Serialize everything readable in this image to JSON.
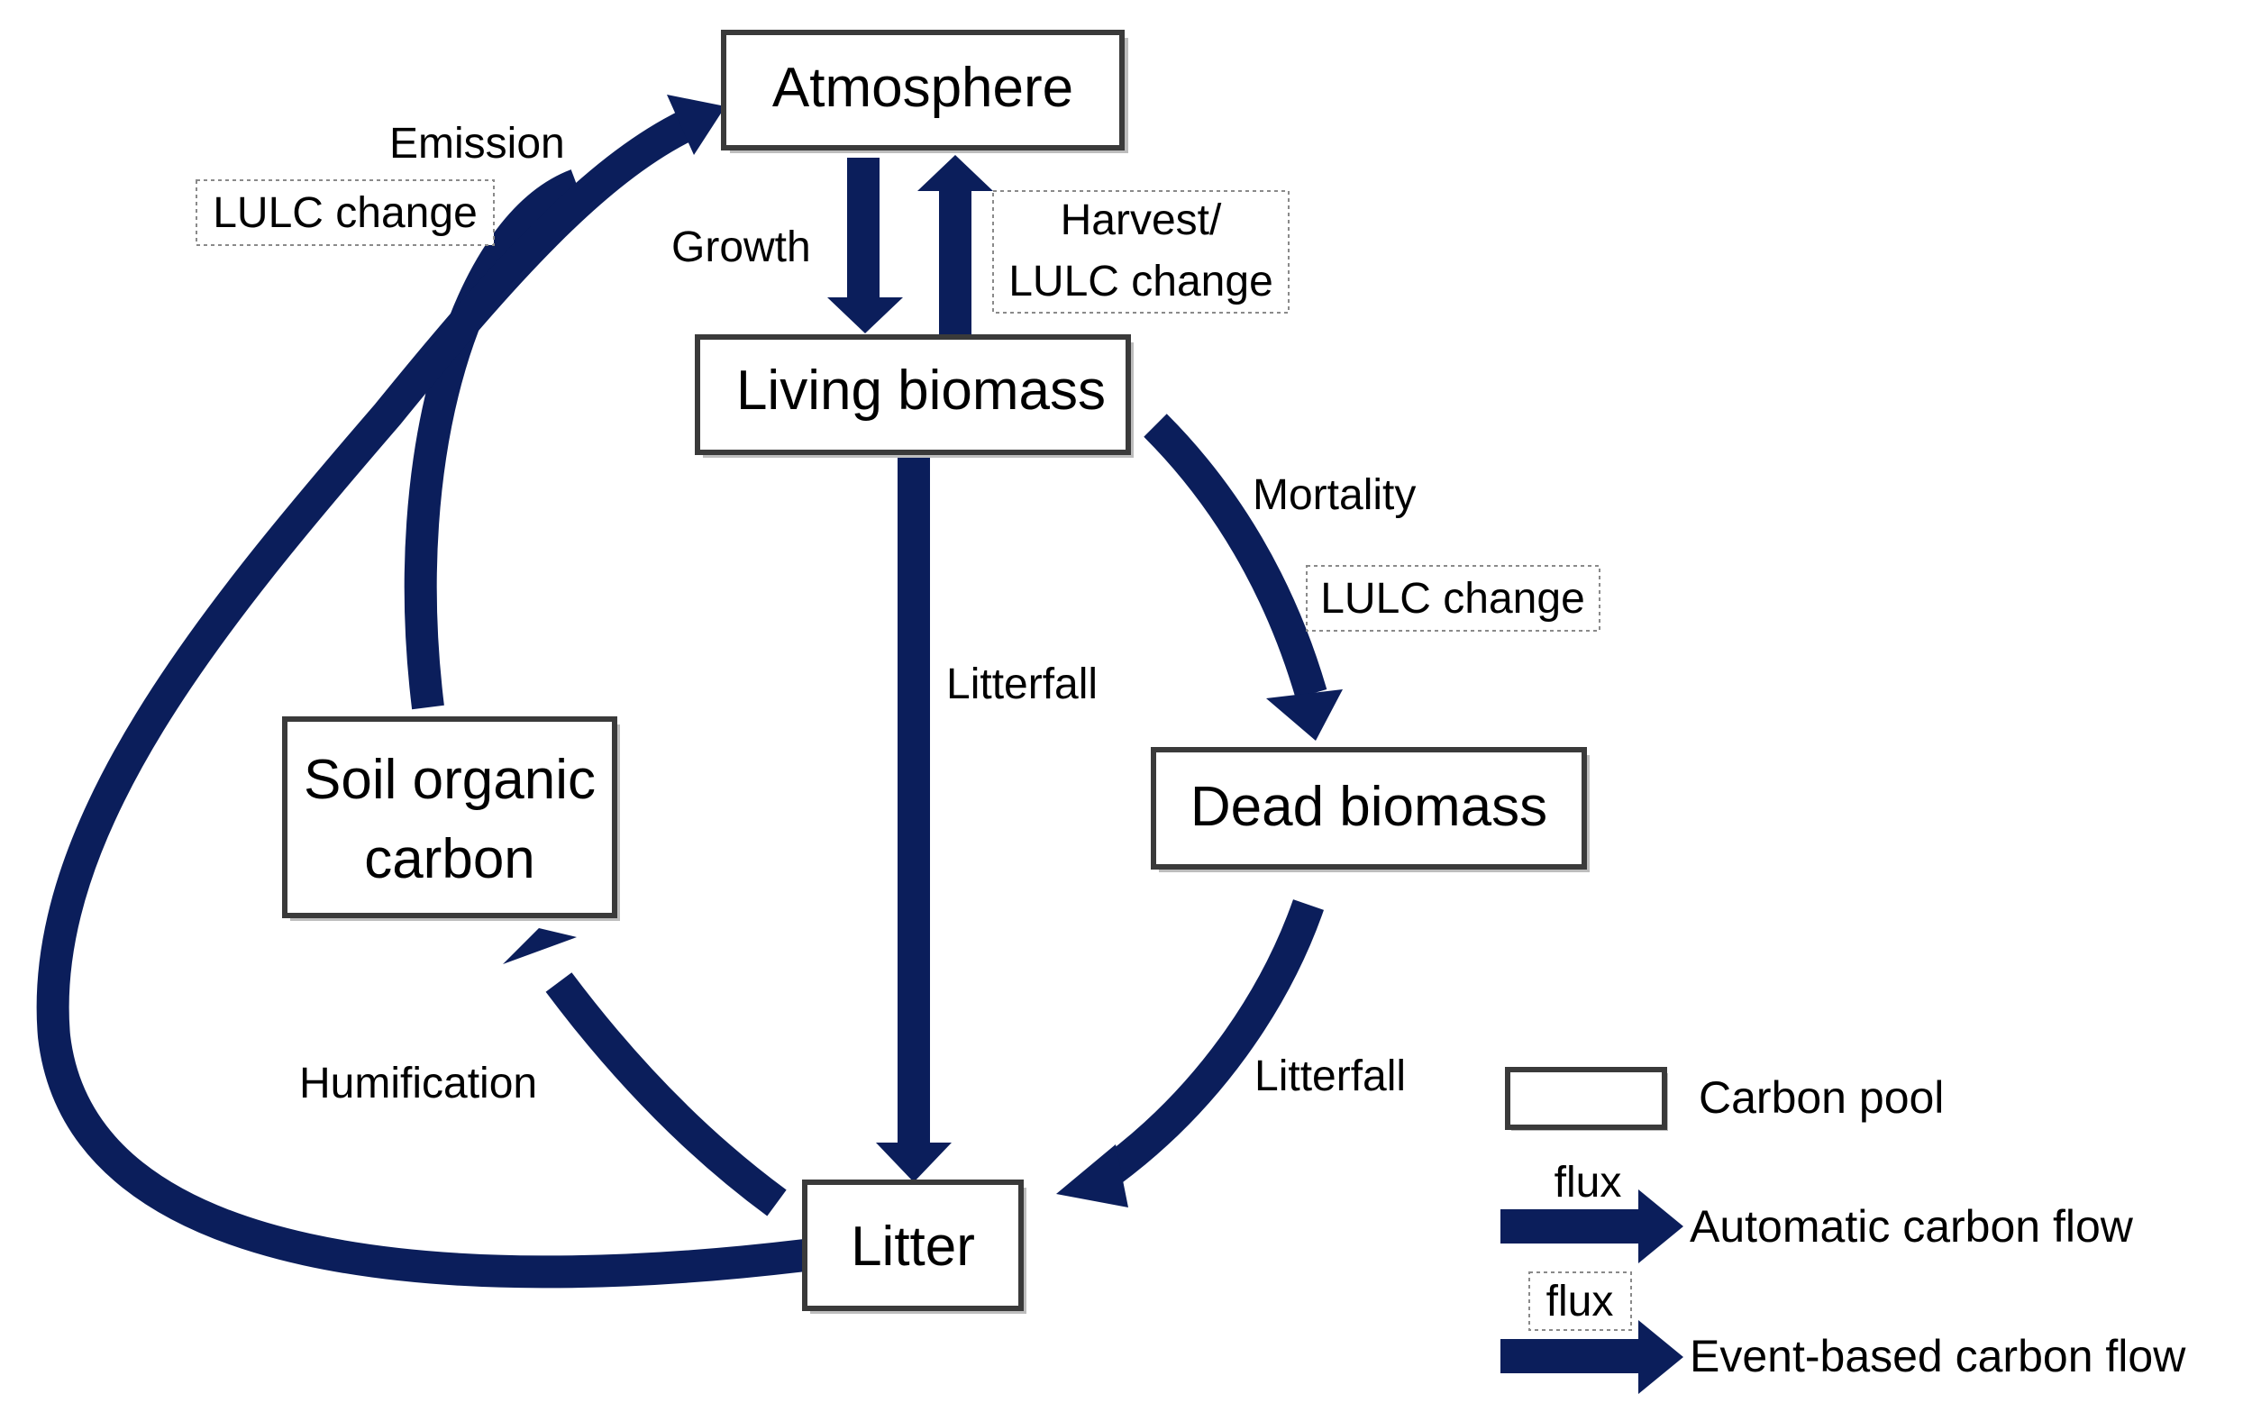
{
  "diagram": {
    "colors": {
      "flow": "#0b1e5b",
      "pool_border": "#3a3a3a",
      "event_border": "#8a8a8a"
    },
    "pools": {
      "atmosphere": "Atmosphere",
      "living_biomass": "Living biomass",
      "dead_biomass": "Dead biomass",
      "soil_organic_carbon_line1": "Soil organic",
      "soil_organic_carbon_line2": "carbon",
      "litter": "Litter"
    },
    "fluxes": {
      "growth": "Growth",
      "harvest_line1": "Harvest/",
      "harvest_line2": "LULC change",
      "mortality": "Mortality",
      "mortality_lulc": "LULC change",
      "litterfall_living": "Litterfall",
      "litterfall_dead": "Litterfall",
      "humification": "Humification",
      "emission": "Emission",
      "emission_lulc": "LULC change"
    },
    "legend": {
      "carbon_pool": "Carbon pool",
      "flux_auto": "flux",
      "automatic_flow": "Automatic carbon flow",
      "flux_event": "flux",
      "event_flow": "Event-based carbon flow"
    }
  }
}
